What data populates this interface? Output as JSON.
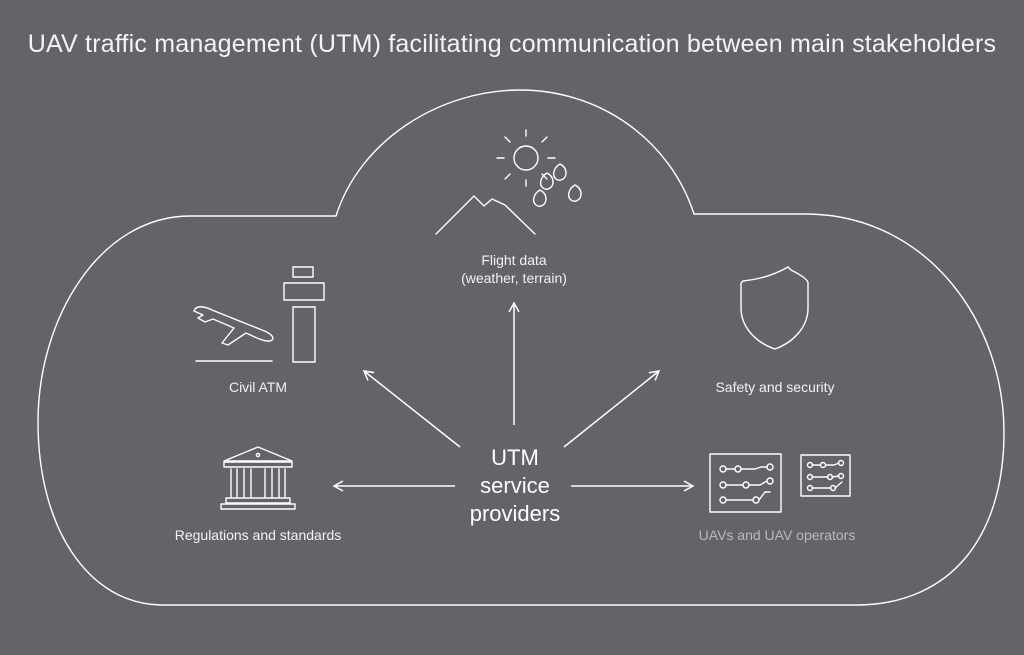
{
  "title": "UAV traffic management (UTM) facilitating communication between main stakeholders",
  "center": {
    "lines": [
      "UTM",
      "service",
      "providers"
    ]
  },
  "stakeholders": {
    "flight_data": {
      "line1": "Flight data",
      "line2": "(weather, terrain)"
    },
    "civil_atm": "Civil ATM",
    "safety": "Safety and security",
    "regulations": "Regulations and standards",
    "uavs": "UAVs and UAV operators"
  },
  "icons": {
    "flight_data": [
      "sun-icon",
      "rain-drops-icon",
      "mountain-icon"
    ],
    "civil_atm": [
      "airplane-takeoff-icon",
      "control-tower-icon"
    ],
    "safety": [
      "shield-icon"
    ],
    "regulations": [
      "government-building-icon"
    ],
    "uavs": [
      "circuit-board-icon"
    ]
  },
  "colors": {
    "background": "#646468",
    "line": "#ffffff",
    "text": "#f2f2f2",
    "dim_text": "#b9b9bd"
  }
}
